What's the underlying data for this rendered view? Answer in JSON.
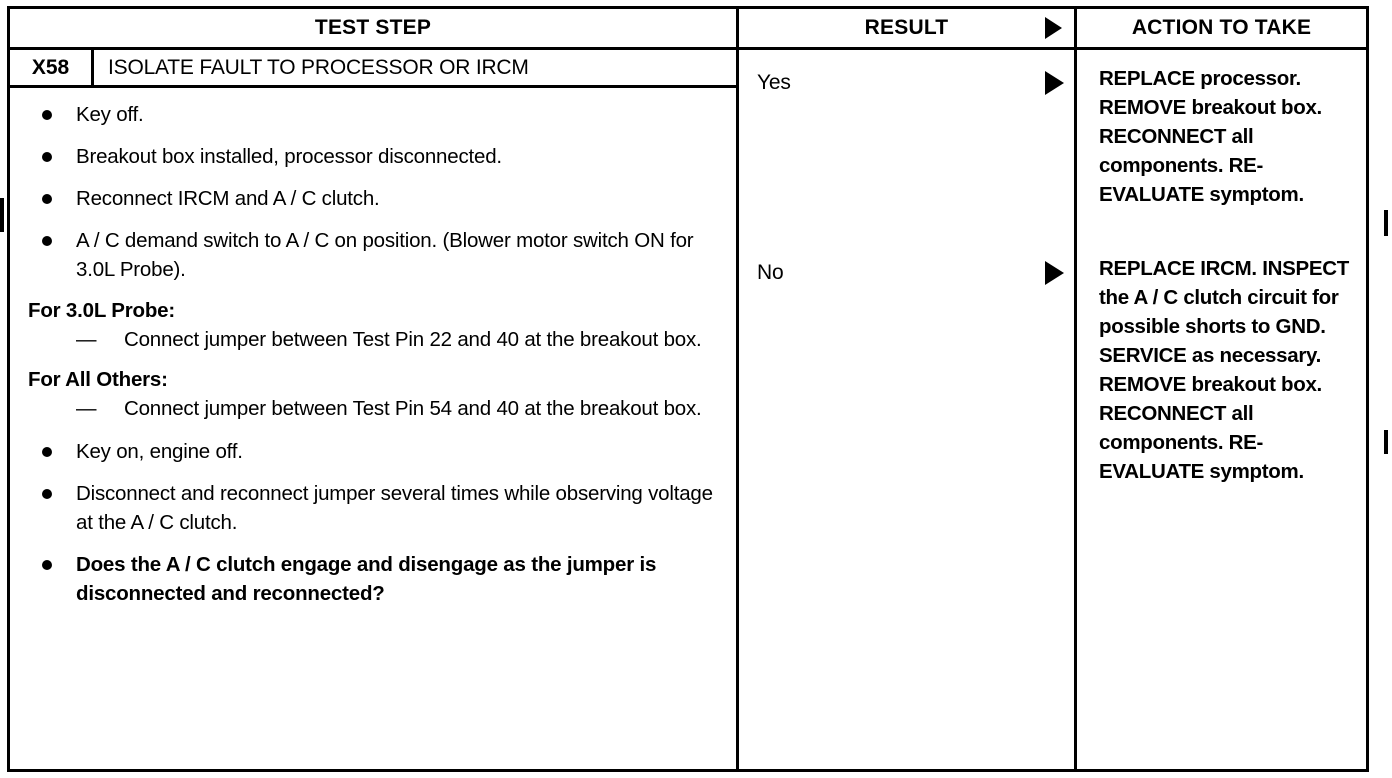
{
  "table": {
    "headers": {
      "test_step": "TEST STEP",
      "result": "RESULT",
      "action": "ACTION TO TAKE",
      "result_arrow_icon": "triangle-right-icon"
    },
    "step": {
      "id": "X58",
      "title": "ISOLATE FAULT TO PROCESSOR OR IRCM",
      "bullets_top": [
        "Key off.",
        "Breakout box installed, processor disconnected.",
        "Reconnect IRCM and A / C clutch.",
        "A / C demand switch to A / C on position. (Blower motor switch ON for 3.0L Probe)."
      ],
      "sub_sections": [
        {
          "heading": "For 3.0L Probe:",
          "dash": "—",
          "text": "Connect jumper between Test Pin 22 and 40 at the breakout box."
        },
        {
          "heading": "For All Others:",
          "dash": "—",
          "text": "Connect jumper between Test Pin 54 and 40 at the breakout box."
        }
      ],
      "bullets_bottom": [
        "Key on, engine off.",
        "Disconnect and reconnect jumper several times while observing voltage at the A / C clutch."
      ],
      "question": "Does the A / C clutch engage and disengage as the jumper is disconnected and reconnected?"
    },
    "branches": [
      {
        "result": "Yes",
        "arrow_icon": "triangle-right-icon",
        "action": "REPLACE processor. REMOVE breakout box. RECONNECT all components. RE-EVALUATE symptom."
      },
      {
        "result": "No",
        "arrow_icon": "triangle-right-icon",
        "action": "REPLACE IRCM. INSPECT the A / C clutch circuit for possible shorts to GND. SERVICE as necessary. REMOVE breakout box. RECONNECT all components. RE-EVALUATE symptom."
      }
    ]
  },
  "colors": {
    "ink": "#000000",
    "paper": "#ffffff"
  }
}
